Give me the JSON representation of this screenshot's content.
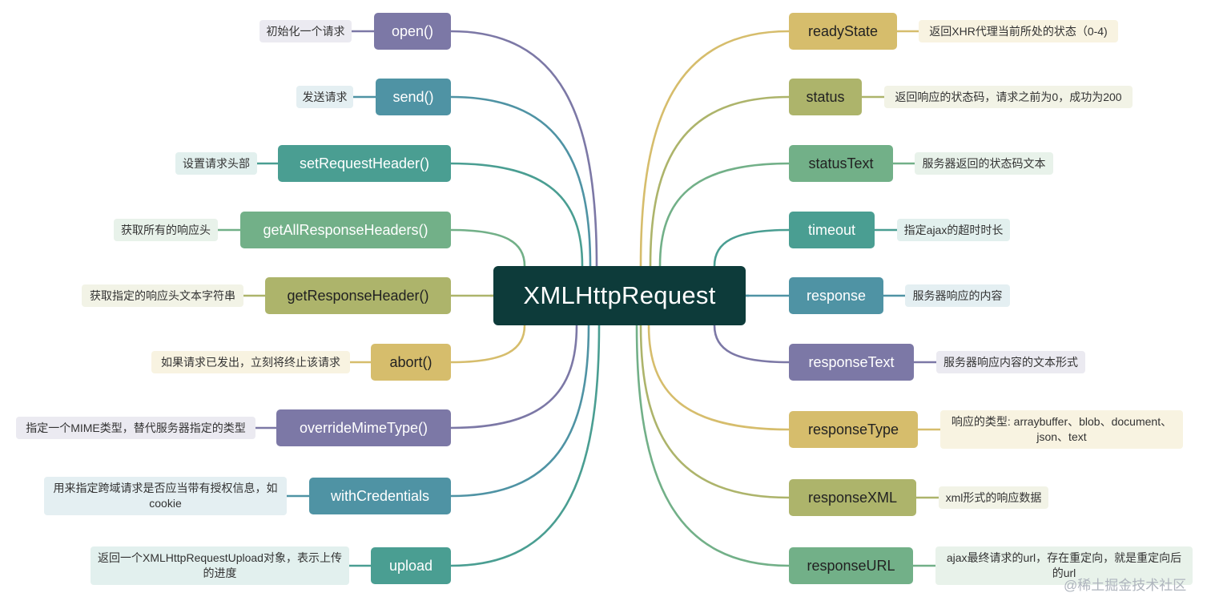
{
  "center": {
    "label": "XMLHttpRequest",
    "color": "#0d3b3a"
  },
  "methods": [
    {
      "label": "open()",
      "desc": "初始化一个请求",
      "color": "#7c78a6",
      "descBg": "#ebeaf1"
    },
    {
      "label": "send()",
      "desc": "发送请求",
      "color": "#4f93a4",
      "descBg": "#e4eff2"
    },
    {
      "label": "setRequestHeader()",
      "desc": "设置请求头部",
      "color": "#4a9e92",
      "descBg": "#e2f0ee"
    },
    {
      "label": "getAllResponseHeaders()",
      "desc": "获取所有的响应头",
      "color": "#72b088",
      "descBg": "#e8f2ea"
    },
    {
      "label": "getResponseHeader()",
      "desc": "获取指定的响应头文本字符串",
      "color": "#adb46b",
      "descBg": "#f2f3e6"
    },
    {
      "label": "abort()",
      "desc": "如果请求已发出，立刻将终止该请求",
      "color": "#d6bd6c",
      "descBg": "#f8f3e1"
    },
    {
      "label": "overrideMimeType()",
      "desc": "指定一个MIME类型，替代服务器指定的类型",
      "color": "#7c78a6",
      "descBg": "#ebeaf1"
    },
    {
      "label": "withCredentials",
      "desc": "用来指定跨域请求是否应当带有授权信息，如cookie",
      "color": "#4f93a4",
      "descBg": "#e4eff2"
    },
    {
      "label": "upload",
      "desc": "返回一个XMLHttpRequestUpload对象，表示上传的进度",
      "color": "#4a9e92",
      "descBg": "#e2f0ee"
    }
  ],
  "properties": [
    {
      "label": "readyState",
      "desc": "返回XHR代理当前所处的状态（0-4)",
      "color": "#d6bd6c",
      "descBg": "#f8f3e1"
    },
    {
      "label": "status",
      "desc": "返回响应的状态码，请求之前为0，成功为200",
      "color": "#adb46b",
      "descBg": "#f2f3e6"
    },
    {
      "label": "statusText",
      "desc": "服务器返回的状态码文本",
      "color": "#72b088",
      "descBg": "#e8f2ea"
    },
    {
      "label": "timeout",
      "desc": "指定ajax的超时时长",
      "color": "#4a9e92",
      "descBg": "#e2f0ee"
    },
    {
      "label": "response",
      "desc": "服务器响应的内容",
      "color": "#4f93a4",
      "descBg": "#e4eff2"
    },
    {
      "label": "responseText",
      "desc": "服务器响应内容的文本形式",
      "color": "#7c78a6",
      "descBg": "#ebeaf1"
    },
    {
      "label": "responseType",
      "desc": "响应的类型: arraybuffer、blob、document、json、text",
      "color": "#d6bd6c",
      "descBg": "#f8f3e1"
    },
    {
      "label": "responseXML",
      "desc": "xml形式的响应数据",
      "color": "#adb46b",
      "descBg": "#f2f3e6"
    },
    {
      "label": "responseURL",
      "desc": "ajax最终请求的url，存在重定向，就是重定向后的url",
      "color": "#72b088",
      "descBg": "#e8f2ea"
    }
  ],
  "watermark": "@稀土掘金技术社区"
}
